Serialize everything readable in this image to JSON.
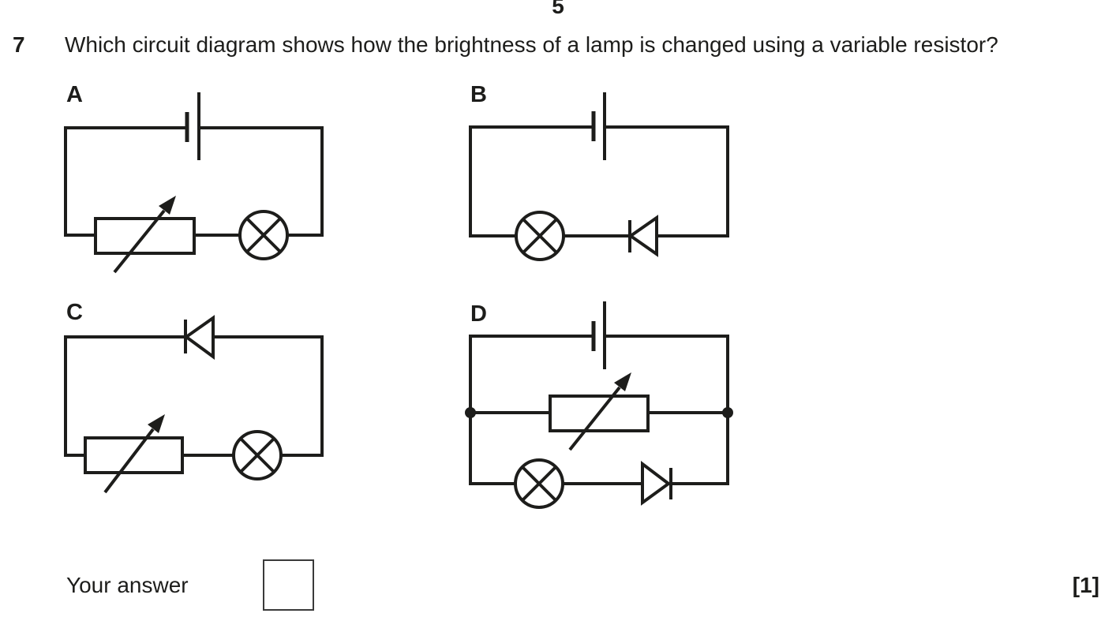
{
  "page": {
    "page_number": "5",
    "marks": "[1]"
  },
  "question": {
    "number": "7",
    "text": "Which circuit diagram shows how the brightness of a lamp is changed using a variable resistor?"
  },
  "answer": {
    "prompt": "Your answer",
    "value": ""
  },
  "circuits": [
    {
      "label": "A",
      "components": [
        "cell-icon",
        "variable-resistor-icon",
        "lamp-icon"
      ]
    },
    {
      "label": "B",
      "components": [
        "cell-icon",
        "lamp-icon",
        "diode-icon"
      ]
    },
    {
      "label": "C",
      "components": [
        "diode-icon",
        "variable-resistor-icon",
        "lamp-icon"
      ]
    },
    {
      "label": "D",
      "components": [
        "cell-icon",
        "variable-resistor-icon",
        "lamp-icon",
        "diode-icon"
      ]
    }
  ],
  "colors": {
    "ink": "#1d1d1b",
    "paper": "#ffffff"
  }
}
